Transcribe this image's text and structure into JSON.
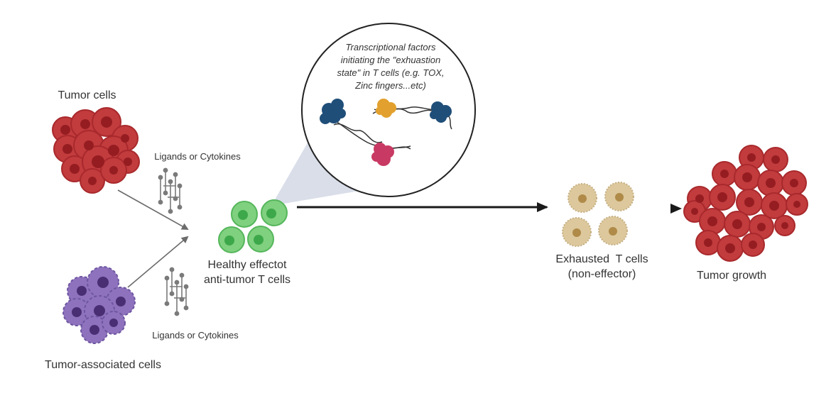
{
  "labels": {
    "tumor_cells": "Tumor cells",
    "tumor_associated_cells": "Tumor-associated cells",
    "ligands_top": "Ligands or Cytokines",
    "ligands_bottom": "Ligands or Cytokines",
    "healthy_line1": "Healthy effectot",
    "healthy_line2": "anti-tumor T cells",
    "exhausted_line1": "Exhausted  T cells",
    "exhausted_line2": "(non-effector)",
    "tumor_growth": "Tumor growth"
  },
  "callout": {
    "line1": "Transcriptional factors",
    "line2": "initiating the \"exhuastion",
    "line3": "state\" in T cells (e.g. TOX,",
    "line4": "Zinc fingers...etc)"
  },
  "colors": {
    "tumor_red": "#c0393b",
    "tumor_nucleus": "#9a2023",
    "assoc_purple": "#8a6bb8",
    "assoc_nucleus": "#4b2f74",
    "tcell_green": "#7ccf7c",
    "tcell_nucleus": "#3fa64a",
    "exhausted_tan": "#d9c49a",
    "arrow": "#1a1a1a",
    "protein_blue": "#1f4f7a",
    "protein_orange": "#e0a030",
    "protein_pink": "#c83a63"
  }
}
